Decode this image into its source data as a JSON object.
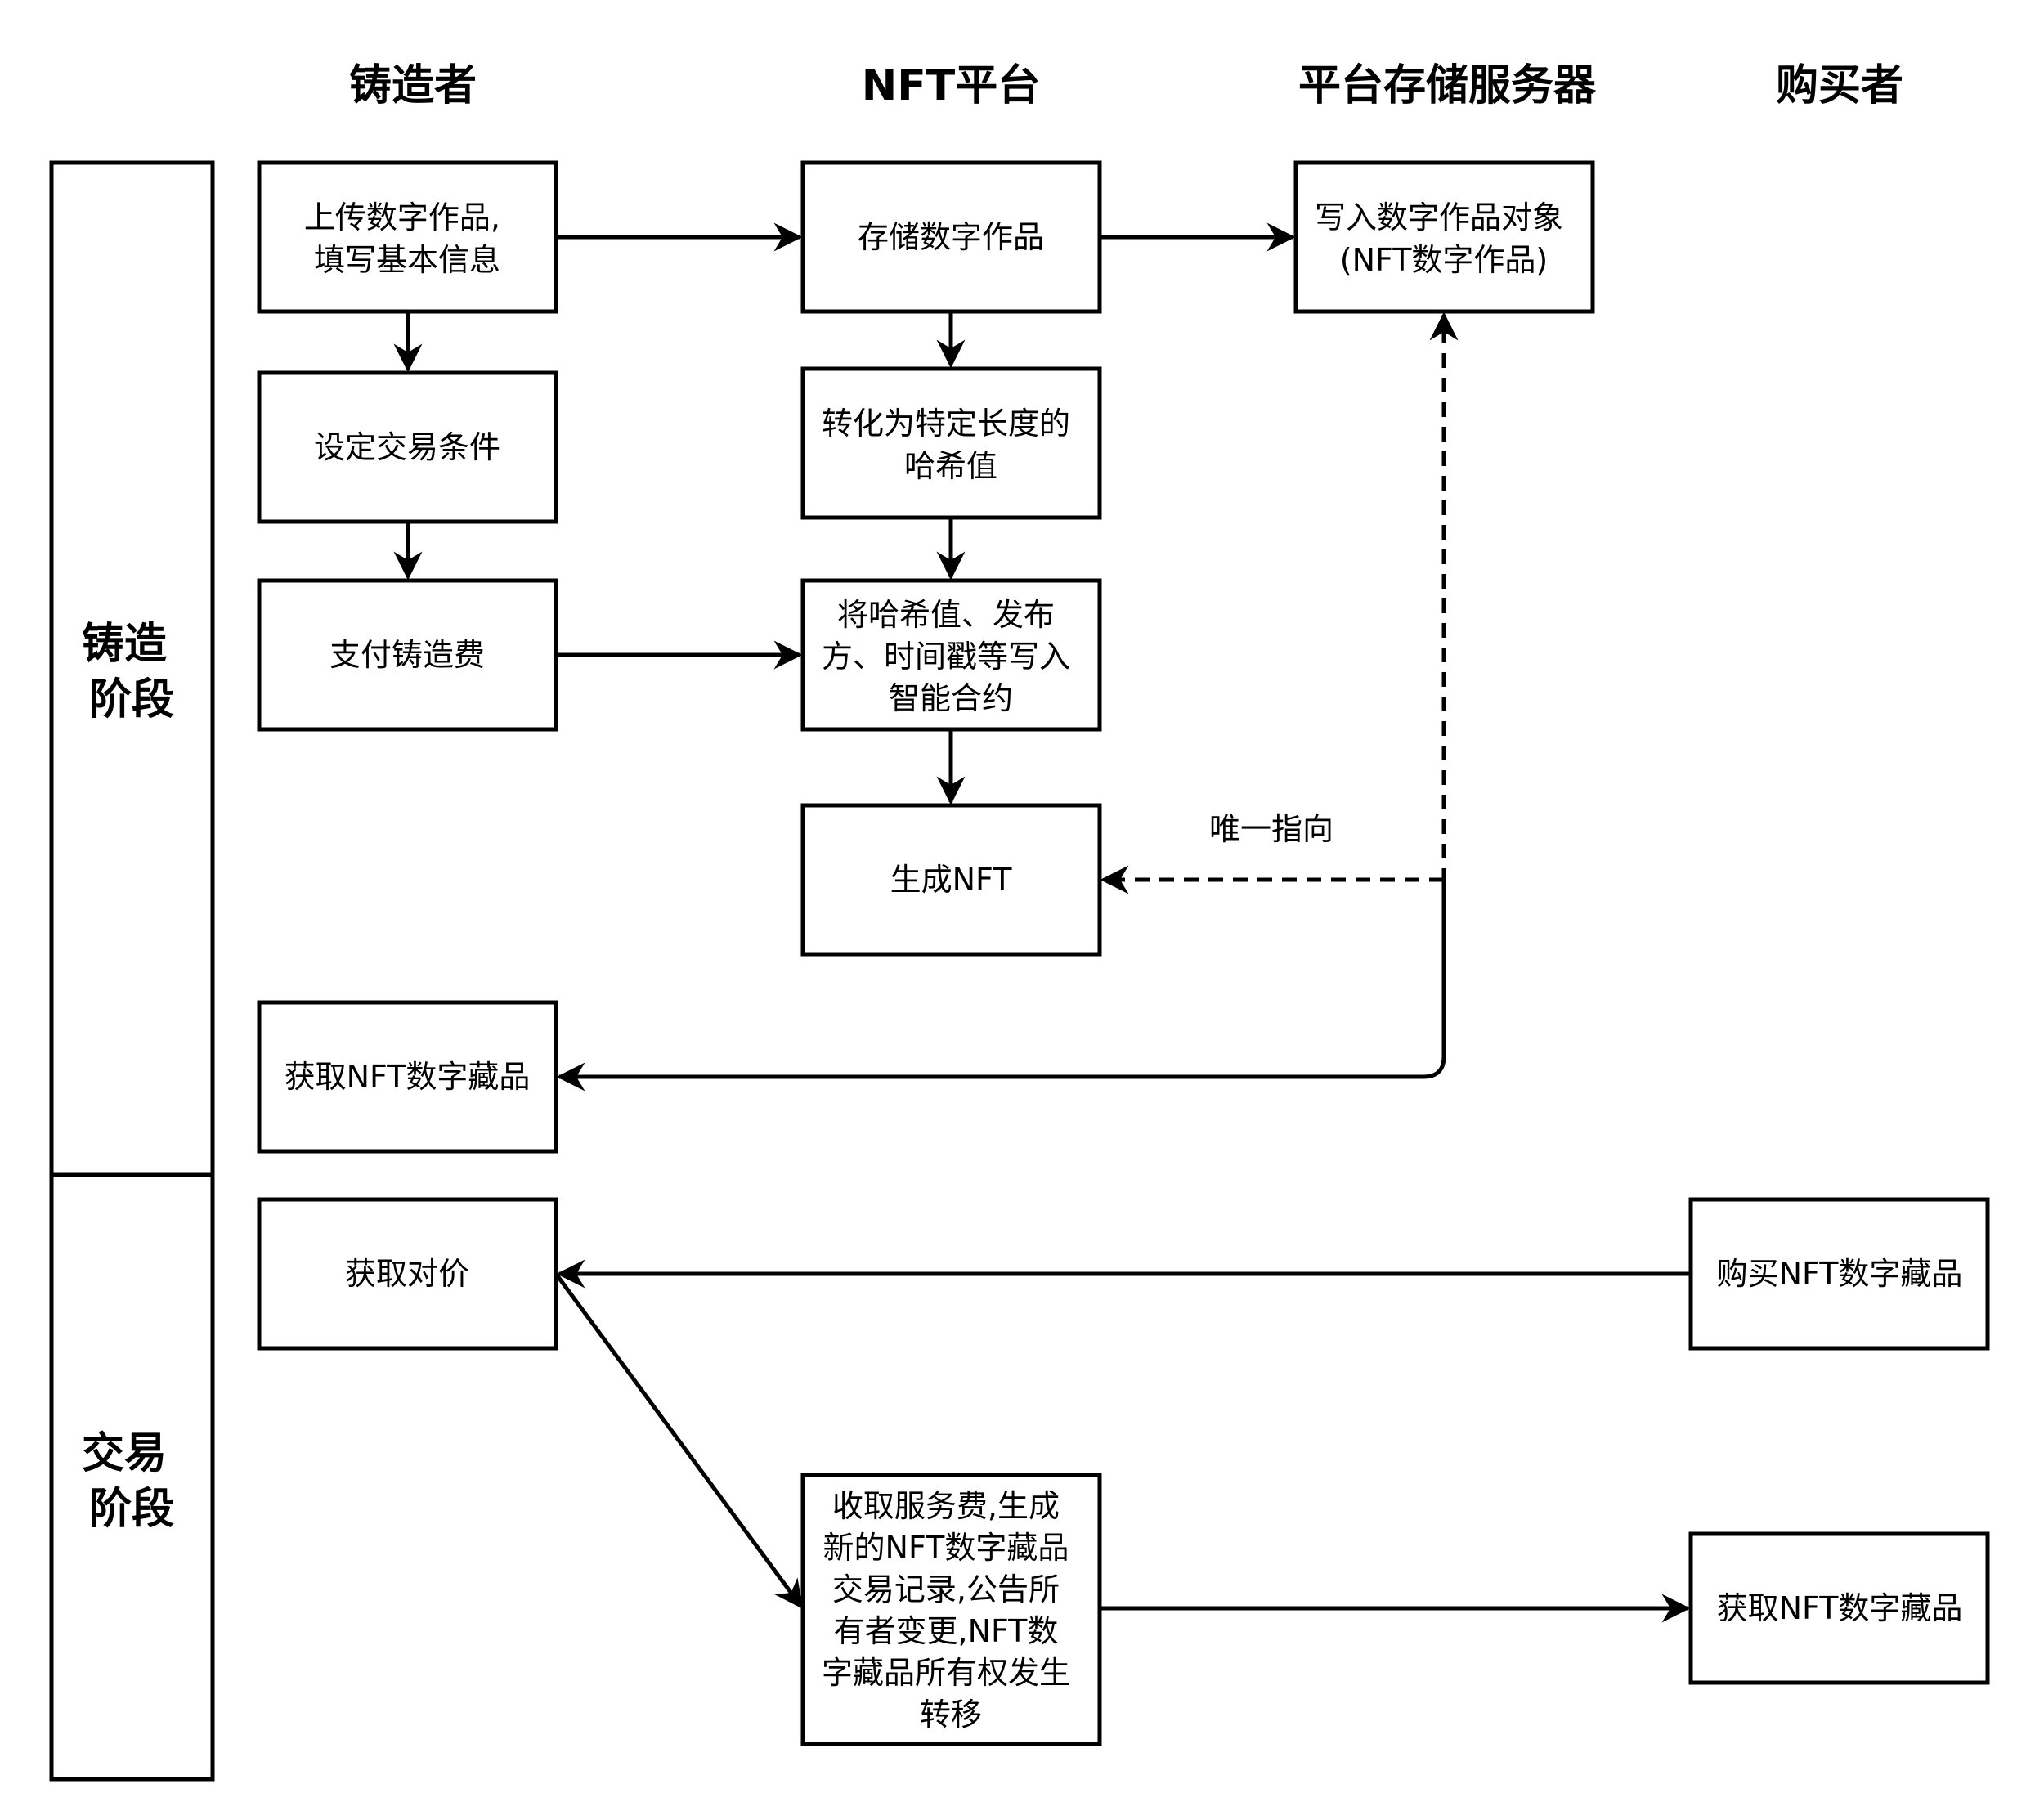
{
  "lanes": {
    "minter": "铸造者",
    "platform": "NFT平台",
    "storage": "平台存储服务器",
    "buyer": "购买者"
  },
  "phases": {
    "minting": [
      "铸造",
      "阶段"
    ],
    "trading": [
      "交易",
      "阶段"
    ]
  },
  "nodes": {
    "upload": [
      "上传数字作品,",
      "填写基本信息"
    ],
    "set_conditions": [
      "设定交易条件"
    ],
    "pay_fee": [
      "支付铸造费"
    ],
    "get_nft_minter": [
      "获取NFT数字藏品"
    ],
    "store_work": [
      "存储数字作品"
    ],
    "to_hash": [
      "转化为特定长度的",
      "哈希值"
    ],
    "write_contract": [
      "将哈希值、发布",
      "方、时间戳等写入",
      "智能合约"
    ],
    "generate_nft": [
      "生成NFT"
    ],
    "write_object": [
      "写入数字作品对象",
      "(NFT数字作品)"
    ],
    "get_consideration": [
      "获取对价"
    ],
    "service_fee": [
      "收取服务费,生成",
      "新的NFT数字藏品",
      "交易记录,公告所",
      "有者变更,NFT数",
      "字藏品所有权发生",
      "转移"
    ],
    "buy_nft": [
      "购买NFT数字藏品"
    ],
    "get_nft_buyer": [
      "获取NFT数字藏品"
    ]
  },
  "edge_labels": {
    "unique_pointer": "唯一指向"
  }
}
